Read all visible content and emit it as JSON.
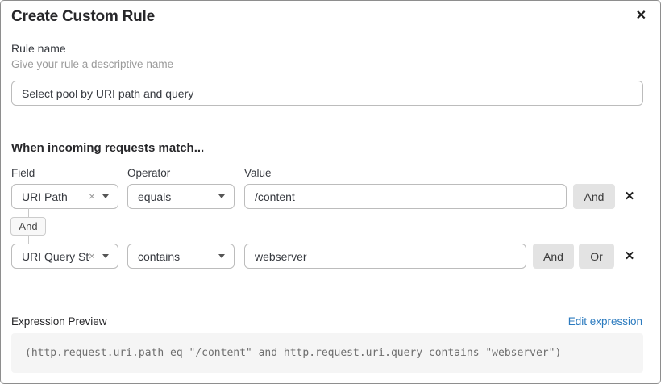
{
  "dialog": {
    "title": "Create Custom Rule"
  },
  "icons": {
    "close": "✕",
    "remove": "✕",
    "clear": "×"
  },
  "rule_name": {
    "label": "Rule name",
    "hint": "Give your rule a descriptive name",
    "value": "Select pool by URI path and query"
  },
  "match": {
    "heading": "When incoming requests match...",
    "columns": {
      "field": "Field",
      "operator": "Operator",
      "value": "Value"
    },
    "connector_label": "And",
    "rows": [
      {
        "field": "URI Path",
        "operator": "equals",
        "value": "/content",
        "buttons": [
          "And"
        ]
      },
      {
        "field": "URI Query St...",
        "operator": "contains",
        "value": "webserver",
        "buttons": [
          "And",
          "Or"
        ]
      }
    ]
  },
  "expression": {
    "label": "Expression Preview",
    "edit_link": "Edit expression",
    "code": "(http.request.uri.path eq \"/content\" and http.request.uri.query contains \"webserver\")"
  },
  "colors": {
    "link_blue": "#2c7bbf",
    "button_gray": "#e3e3e3",
    "code_bg": "#f5f5f5",
    "border_gray": "#bcbcbc"
  }
}
